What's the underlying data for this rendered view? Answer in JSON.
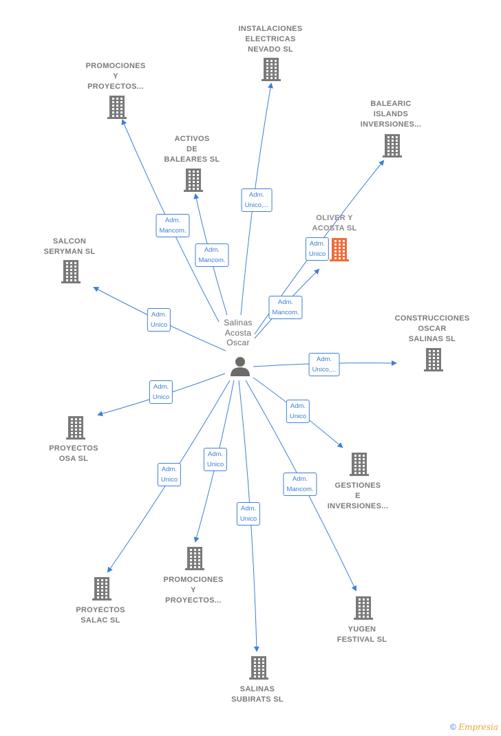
{
  "center": {
    "name": "Salinas\nAcosta\nOscar",
    "icon": "person-icon"
  },
  "companies": [
    {
      "id": "instalaciones",
      "name": "INSTALACIONES\nELECTRICAS\nNEVADO  SL",
      "icon": "building-icon"
    },
    {
      "id": "promociones1",
      "name": "PROMOCIONES\nY\nPROYECTOS...",
      "icon": "building-icon"
    },
    {
      "id": "balearic",
      "name": "BALEARIC\nISLANDS\nINVERSIONES...",
      "icon": "building-icon"
    },
    {
      "id": "activos",
      "name": "ACTIVOS\nDE\nBALEARES  SL",
      "icon": "building-icon"
    },
    {
      "id": "oliver",
      "name": "OLIVER Y\nACOSTA  SL",
      "icon": "building-icon",
      "highlight": true
    },
    {
      "id": "salcon",
      "name": "SALCON\nSERYMAN  SL",
      "icon": "building-icon"
    },
    {
      "id": "construcciones",
      "name": "CONSTRUCCIONES\nOSCAR\nSALINAS SL",
      "icon": "building-icon"
    },
    {
      "id": "proyectos_osa",
      "name": "PROYECTOS\nOSA SL",
      "icon": "building-icon"
    },
    {
      "id": "gestiones",
      "name": "GESTIONES\nE\nINVERSIONES...",
      "icon": "building-icon"
    },
    {
      "id": "promociones2",
      "name": "PROMOCIONES\nY\nPROYECTOS...",
      "icon": "building-icon"
    },
    {
      "id": "proyectos_salac",
      "name": "PROYECTOS\nSALAC  SL",
      "icon": "building-icon"
    },
    {
      "id": "yugen",
      "name": "YUGEN\nFESTIVAL  SL",
      "icon": "building-icon"
    },
    {
      "id": "salinas_subirats",
      "name": "SALINAS\nSUBIRATS  SL",
      "icon": "building-icon"
    }
  ],
  "relations": [
    {
      "to": "instalaciones",
      "label": "Adm.\nUnico,..."
    },
    {
      "to": "promociones1",
      "label": "Adm.\nMancom."
    },
    {
      "to": "balearic",
      "label": "Adm.\nUnico"
    },
    {
      "to": "activos",
      "label": "Adm.\nMancom."
    },
    {
      "to": "oliver",
      "label": "Adm.\nMancom."
    },
    {
      "to": "salcon",
      "label": "Adm.\nUnico"
    },
    {
      "to": "construcciones",
      "label": "Adm.\nUnico,..."
    },
    {
      "to": "proyectos_osa",
      "label": "Adm.\nUnico"
    },
    {
      "to": "gestiones",
      "label": "Adm.\nUnico"
    },
    {
      "to": "promociones2",
      "label": "Adm.\nUnico"
    },
    {
      "to": "proyectos_salac",
      "label": "Adm.\nUnico"
    },
    {
      "to": "yugen",
      "label": "Adm.\nMancom."
    },
    {
      "to": "salinas_subirats",
      "label": "Adm.\nUnico"
    }
  ],
  "footer": {
    "copyright": "©",
    "brand": "Empresia"
  },
  "colors": {
    "edge": "#3d7fd6",
    "building": "#7a7a7a",
    "highlight": "#f26b3a",
    "person": "#6a6a6a"
  }
}
